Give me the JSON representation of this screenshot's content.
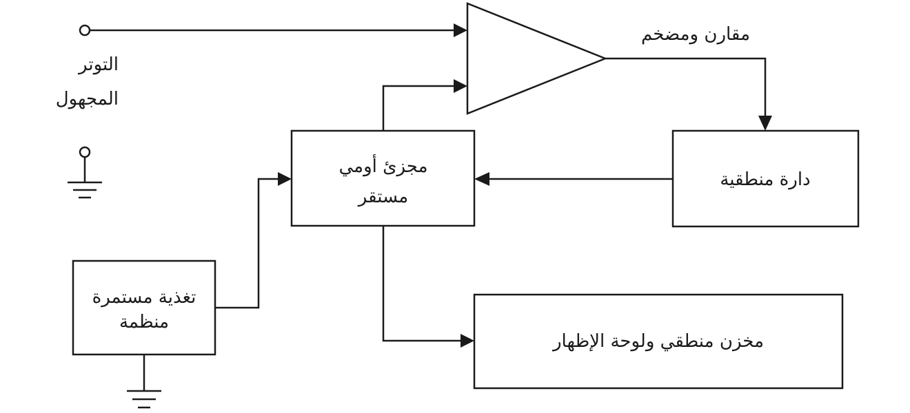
{
  "labels": {
    "input_line1": "التوتر",
    "input_line2": "المجهول",
    "amplifier": "مقارن ومضخم",
    "logic_circuit": "دارة منطقية",
    "divider_line1": "مجزئ أومي",
    "divider_line2": "مستقر",
    "supply_line1": "تغذية مستمرة",
    "supply_line2": "منظمة",
    "display": "مخزن منطقي ولوحة الإظهار"
  }
}
